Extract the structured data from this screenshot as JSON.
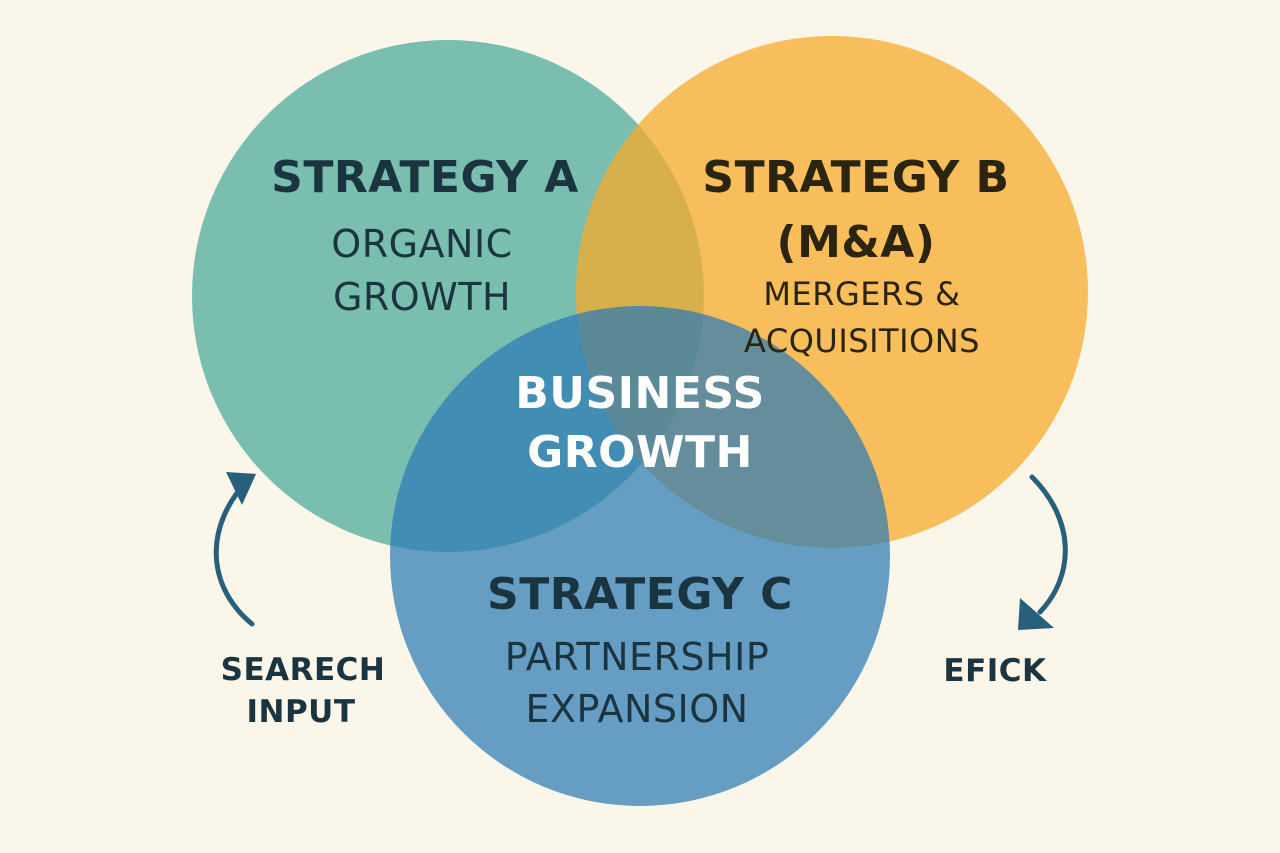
{
  "colors": {
    "background": "#fbf6ea",
    "circle_a": "#4fab9c",
    "circle_b": "#f7ab2b",
    "circle_c": "#2c7ab4",
    "label_dark": "#1b3540",
    "label_center": "#ffffff",
    "arrow": "#27607a"
  },
  "strategy_a": {
    "title": "STRATEGY A",
    "line1": "ORGANIC",
    "line2": "GROWTH"
  },
  "strategy_b": {
    "title": "STRATEGY B",
    "title2": "(M&A)",
    "line1": "MERGERS &",
    "line2": "ACQUISITIONS"
  },
  "strategy_c": {
    "title": "STRATEGY C",
    "line1": "PARTNERSHIP",
    "line2": "EXPANSION"
  },
  "center": {
    "line1": "BUSINESS",
    "line2": "GROWTH"
  },
  "left_annotation": {
    "line1": "SEARECH",
    "line2": "INPUT",
    "icon": "curved-arrow-up-icon"
  },
  "right_annotation": {
    "line1": "EFICK",
    "icon": "curved-arrow-down-icon"
  }
}
